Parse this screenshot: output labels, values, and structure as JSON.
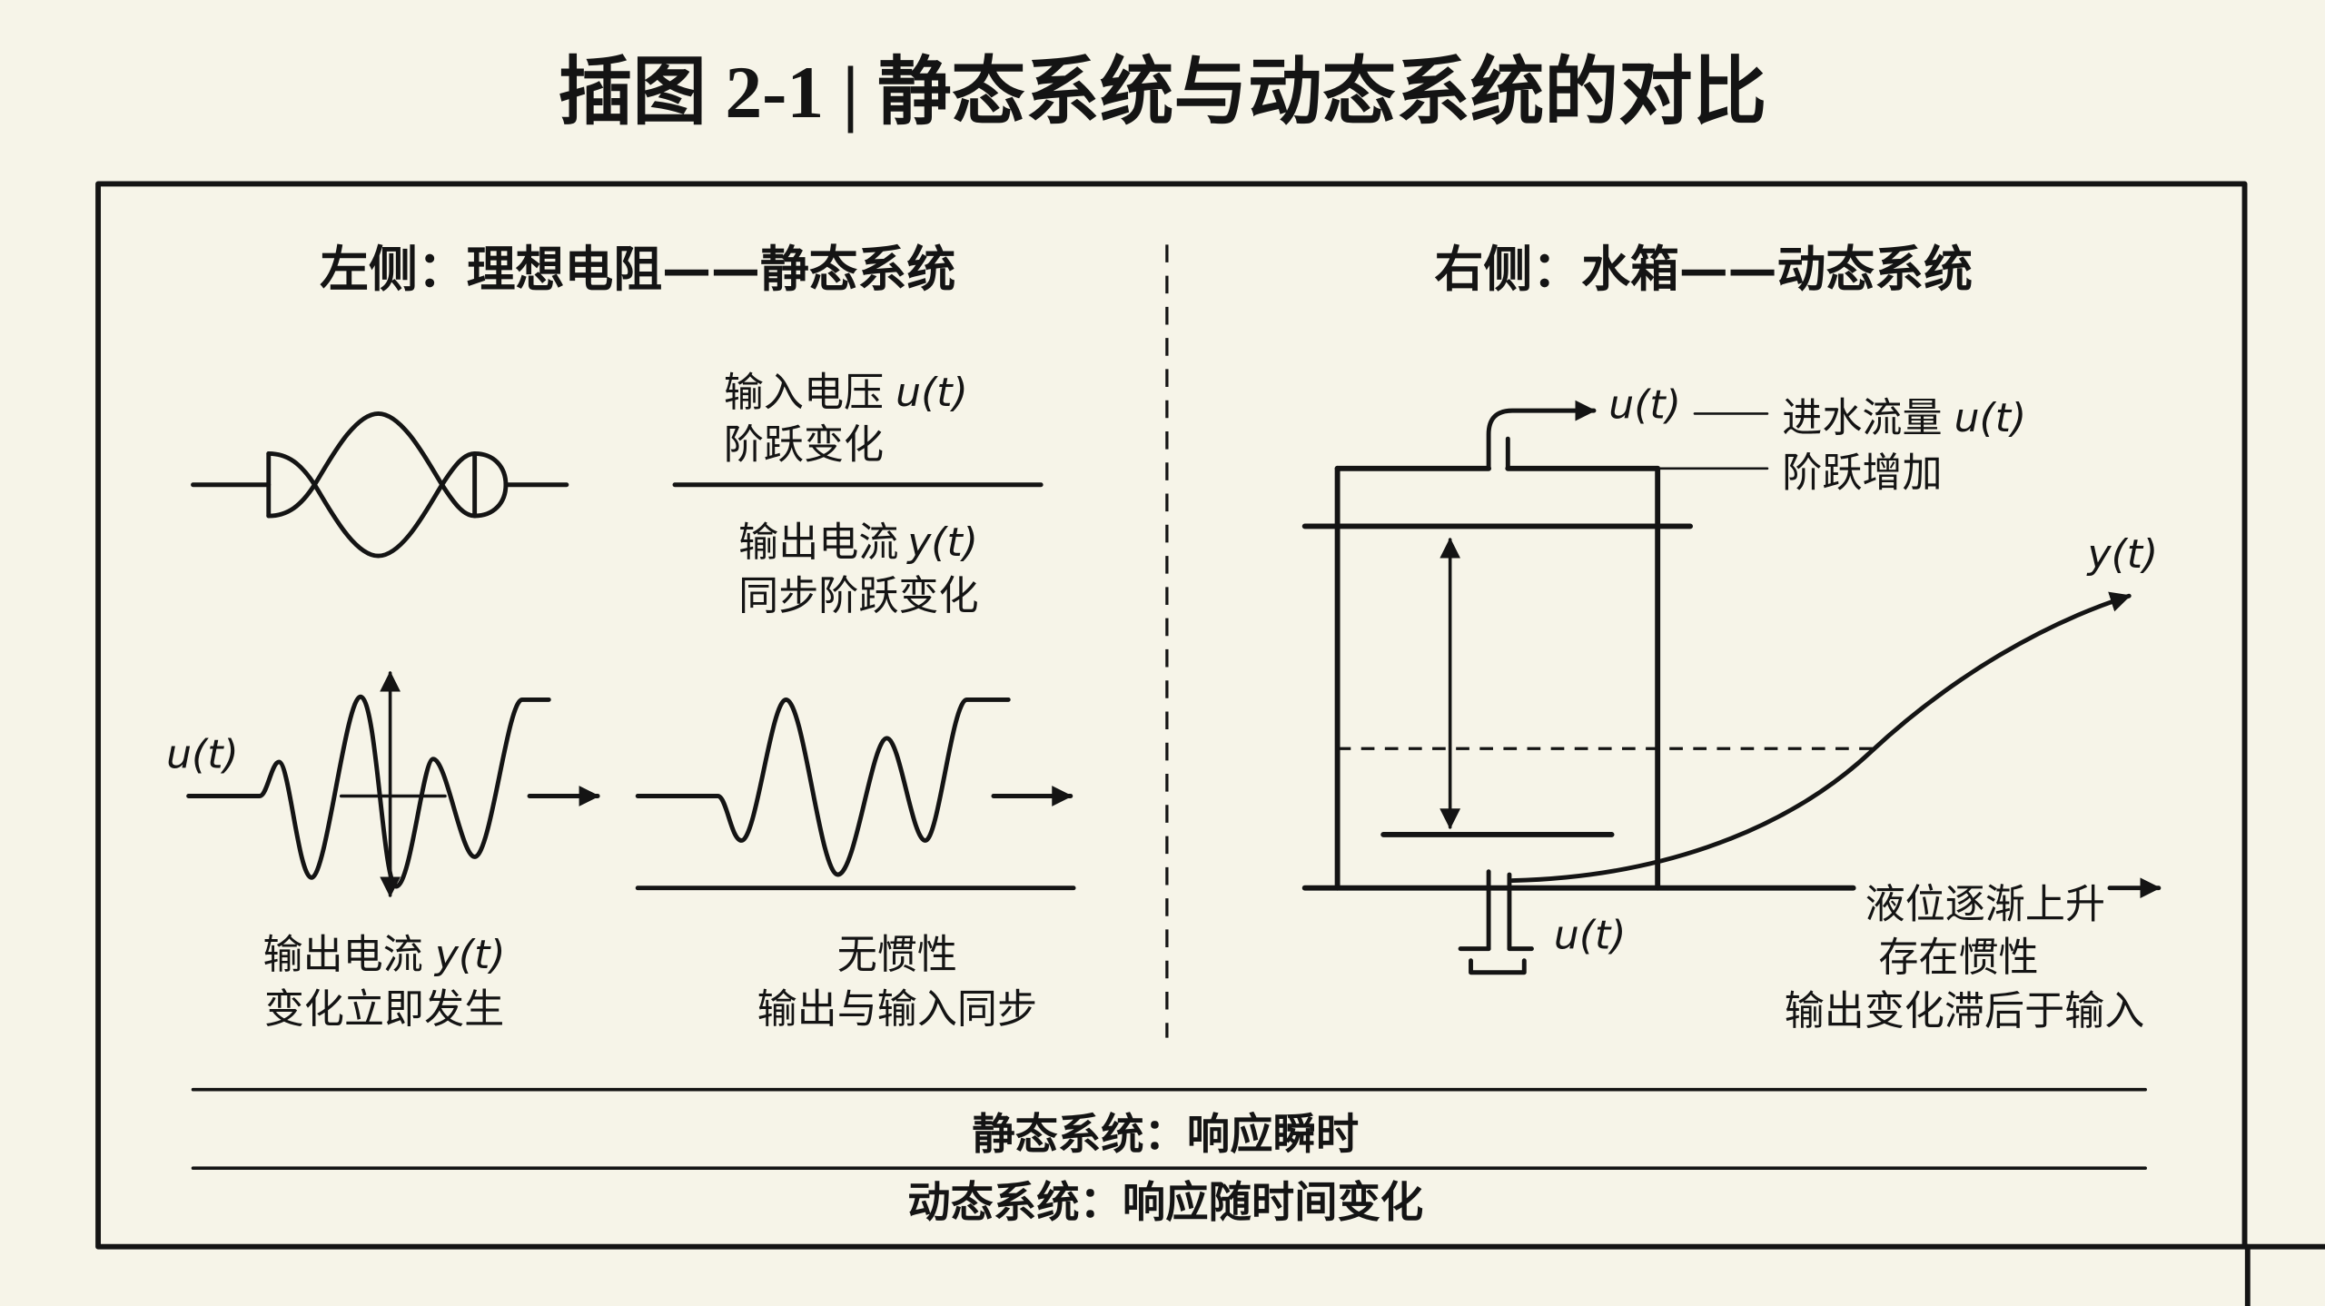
{
  "title": "插图 2-1 | 静态系统与动态系统的对比",
  "colors": {
    "background": "#f6f4e8",
    "ink": "#141414"
  },
  "left_panel": {
    "heading": "左侧：理想电阻——静态系统",
    "input_note": {
      "label": "输入电压",
      "variable": "u(t)",
      "detail": "阶跃变化"
    },
    "output_note": {
      "label": "输出电流",
      "variable": "y(t)",
      "detail": "同步阶跃变化"
    },
    "input_wave_label": "u(t)",
    "output_caption": {
      "label": "输出电流",
      "variable": "y(t)",
      "detail": "变化立即发生"
    },
    "inertia_caption": {
      "line1": "无惯性",
      "line2": "输出与输入同步"
    }
  },
  "right_panel": {
    "heading": "右侧：水箱——动态系统",
    "inlet_label": "u(t)",
    "inflow_note": {
      "label": "进水流量",
      "variable": "u(t)",
      "detail": "阶跃增加"
    },
    "level_curve_label": "y(t)",
    "outlet_label": "u(t)",
    "level_note": {
      "line1": "液位逐渐上升",
      "line2": "存在惯性",
      "line3": "输出变化滞后于输入"
    }
  },
  "summary": {
    "static": "静态系统：响应瞬时",
    "dynamic": "动态系统：响应随时间变化"
  }
}
